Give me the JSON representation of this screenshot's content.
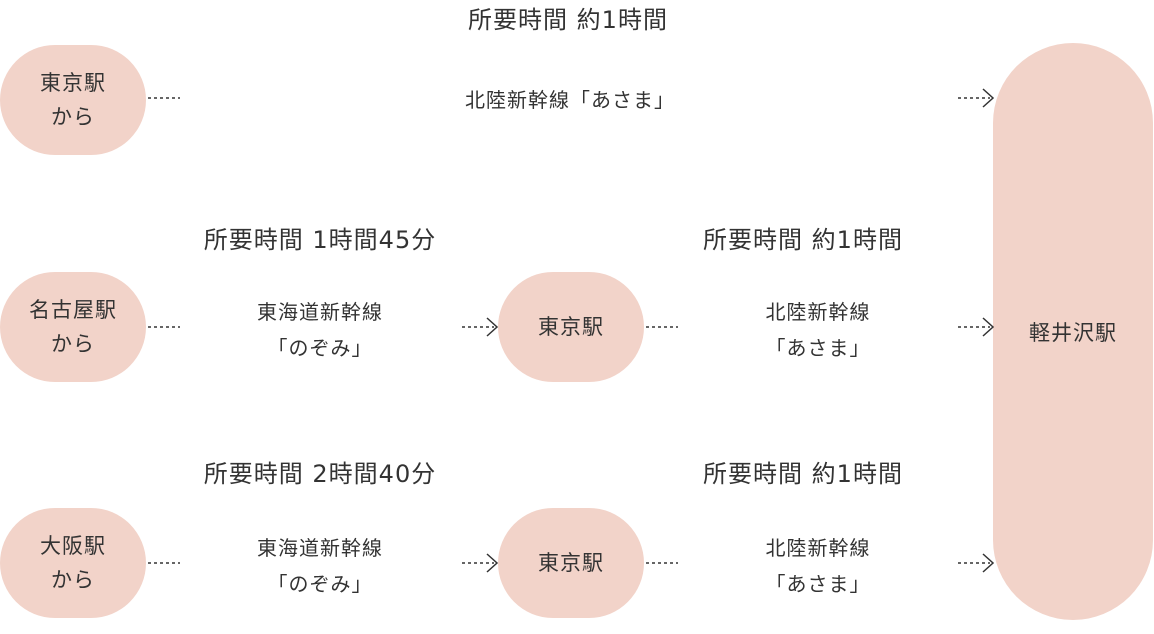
{
  "destination": "軽井沢駅",
  "routes": [
    {
      "origin": [
        "東京駅",
        "から"
      ],
      "segments": [
        {
          "time": "所要時間 約1時間",
          "line": [
            "北陸新幹線「あさま」"
          ]
        }
      ]
    },
    {
      "origin": [
        "名古屋駅",
        "から"
      ],
      "segments": [
        {
          "time": "所要時間 1時間45分",
          "line": [
            "東海道新幹線",
            "「のぞみ」"
          ]
        },
        {
          "time": "所要時間 約1時間",
          "line": [
            "北陸新幹線",
            "「あさま」"
          ]
        }
      ],
      "transfer": "東京駅"
    },
    {
      "origin": [
        "大阪駅",
        "から"
      ],
      "segments": [
        {
          "time": "所要時間 2時間40分",
          "line": [
            "東海道新幹線",
            "「のぞみ」"
          ]
        },
        {
          "time": "所要時間 約1時間",
          "line": [
            "北陸新幹線",
            "「あさま」"
          ]
        }
      ],
      "transfer": "東京駅"
    }
  ],
  "colors": {
    "node": "#f2d3c9",
    "text": "#333333",
    "line": "#333333"
  }
}
